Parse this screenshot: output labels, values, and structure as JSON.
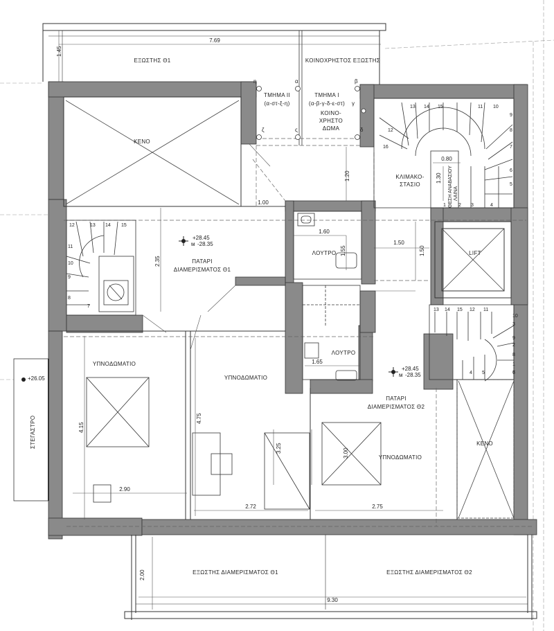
{
  "plan": {
    "rooms": {
      "balcony_top": "ΕΞΩΣΤΗΣ Θ1",
      "common_balcony": "ΚΟΙΝΟΧΡΗΣΤΟΣ ΕΞΩΣΤΗΣ",
      "section_2": "ΤΜΗΜΑ ΙΙ",
      "section_2_sub": "(α-στ-ξ-η)",
      "section_1": "ΤΜΗΜΑ Ι",
      "section_1_sub": "(α-β-γ-δ-ε-στ)",
      "common_room_1": "ΚΟΙΝΟ-",
      "common_room_2": "ΧΡΗΣΤΟ",
      "common_room_3": "ΔΩΜΑ",
      "void_top": "ΚΕΝΟ",
      "stairwell_1": "ΚΛΙΜΑΚΟ-",
      "stairwell_2": "ΣΤΑΣΙΟ",
      "stair_note_1": "ΘΕΣΗ ΑΝΑΒΑΣΙΟΥ",
      "stair_note_2": "ΛΑΙΝΑ",
      "mezz_1_a": "ΠΑΤΑΡΙ",
      "mezz_1_b": "ΔΙΑΜΕΡΙΣΜΑΤΟΣ Θ1",
      "bath_1": "ΛΟΥΤΡΟ",
      "bath_2": "ΛΟΥΤΡΟ",
      "lift": "LIFT",
      "bedroom_1": "ΥΠΝΟΔΩΜΑΤΙΟ",
      "bedroom_2": "ΥΠΝΟΔΩΜΑΤΙΟ",
      "bedroom_3": "ΥΠΝΟΔΩΜΑΤΙΟ",
      "mezz_2_a": "ΠΑΤΑΡΙ",
      "mezz_2_b": "ΔΙΑΜΕΡΙΣΜΑΤΟΣ Θ2",
      "void_right": "ΚΕΝΟ",
      "roof": "ΣΤΕΓΑΣΤΡΟ",
      "balcony_bottom_1": "ΕΞΩΣΤΗΣ ΔΙΑΜΕΡΙΣΜΑΤΟΣ Θ1",
      "balcony_bottom_2": "ΕΞΩΣΤΗΣ ΔΙΑΜΕΡΙΣΜΑΤΟΣ Θ2"
    },
    "dims": {
      "top_width": "7.69",
      "top_depth": "1.45",
      "d_120": "1.20",
      "d_100": "1.00",
      "d_080": "0.80",
      "d_130": "1.30",
      "d_160": "1.60",
      "d_155": "1.55",
      "d_150a": "1.50",
      "d_150b": "1.50",
      "d_235": "2.35",
      "d_165": "1.65",
      "d_415": "4.15",
      "d_475": "4.75",
      "d_325": "3.25",
      "d_300": "3.00",
      "d_290": "2.90",
      "d_272": "2.72",
      "d_275": "2.75",
      "d_200": "2.00",
      "d_930": "9.30"
    },
    "levels": {
      "lv1_top": "+28.45",
      "lv1_bot": "-28.35",
      "lv1_m": "м",
      "lv2_top": "+28.45",
      "lv2_bot": "-28.35",
      "lv2_m": "м",
      "lv3": "+26.05"
    },
    "points": {
      "p_eta": "η",
      "p_alpha": "α",
      "p_beta": "β",
      "p_gamma": "γ",
      "p_zeta": "ζ",
      "p_st": "ς",
      "p_delta": "δ"
    },
    "stairs_top": [
      "13",
      "14",
      "15",
      "11",
      "10",
      "9",
      "12",
      "8",
      "7",
      "6",
      "16",
      "5",
      "4",
      "3",
      "2",
      "1"
    ],
    "stairs_left": [
      "12",
      "13",
      "14",
      "15",
      "11",
      "10",
      "9",
      "8",
      "7"
    ],
    "stairs_right": [
      "13",
      "14",
      "15",
      "11",
      "12",
      "10",
      "9",
      "8",
      "7",
      "6",
      "4",
      "5",
      "3",
      "2",
      "1"
    ]
  }
}
